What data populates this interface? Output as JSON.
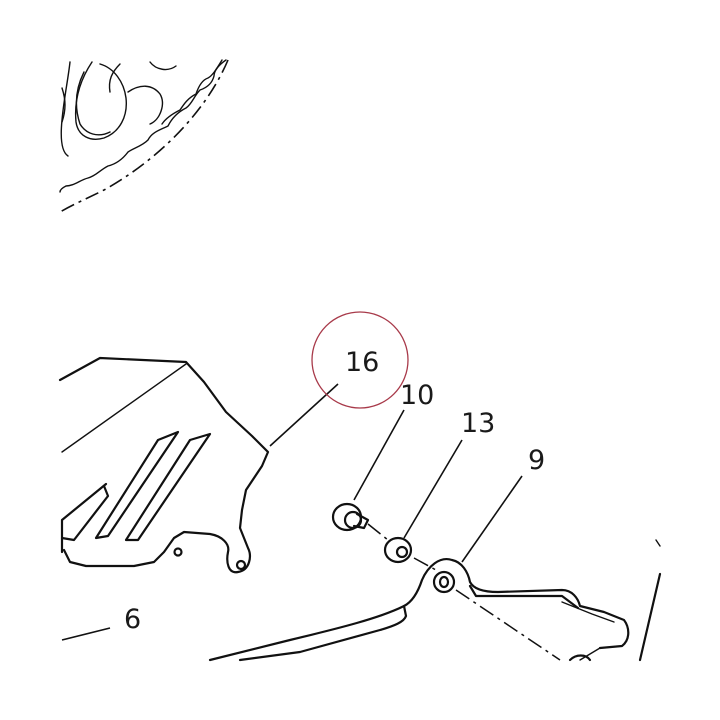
{
  "callouts": [
    {
      "id": "16",
      "label": "16",
      "highlighted": true
    },
    {
      "id": "10",
      "label": "10",
      "highlighted": false
    },
    {
      "id": "13",
      "label": "13",
      "highlighted": false
    },
    {
      "id": "9",
      "label": "9",
      "highlighted": false
    },
    {
      "id": "6",
      "label": "6",
      "highlighted": false
    }
  ],
  "colors": {
    "line": "#111111",
    "highlight_circle": "#a83a4a",
    "background": "#ffffff"
  }
}
